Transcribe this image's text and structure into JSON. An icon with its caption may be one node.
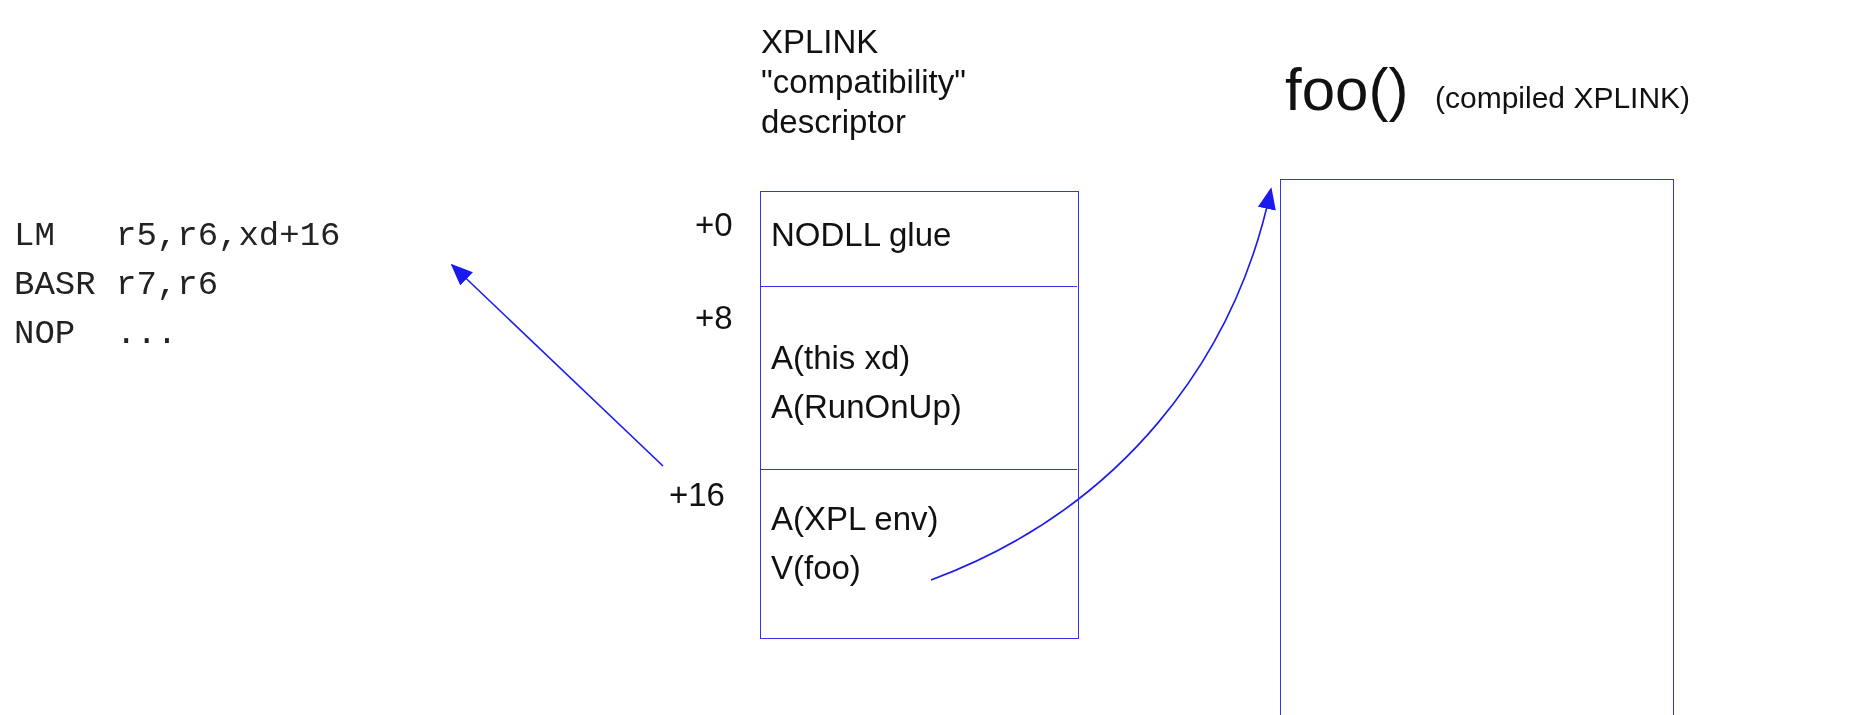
{
  "diagram": {
    "nodes": [
      {
        "text": [
          "LM   r5,r6,xd+16",
          "BASR r7,r6",
          "NOP  ..."
        ]
      },
      {
        "text": [
          "XPLINK \"compatibility\" descriptor"
        ]
      },
      {
        "text": [
          "NODLL glue"
        ],
        "in": 1,
        "beside": [
          "+0"
        ]
      },
      {
        "text": [
          "A(this xd)",
          "A(RunOnUp)"
        ],
        "in": 1,
        "beside": [
          "+8"
        ]
      },
      {
        "text": [
          "A(XPL env)",
          "V(foo)"
        ],
        "in": 1,
        "beside": [
          "+16"
        ]
      },
      {
        "text": [
          "foo()",
          "(compiled XPLINK)"
        ]
      }
    ],
    "edges": [
      {
        "from": 4,
        "to": 0,
        "arrow": "to"
      },
      {
        "from": 4,
        "to": 5,
        "arrow": "to"
      }
    ]
  }
}
